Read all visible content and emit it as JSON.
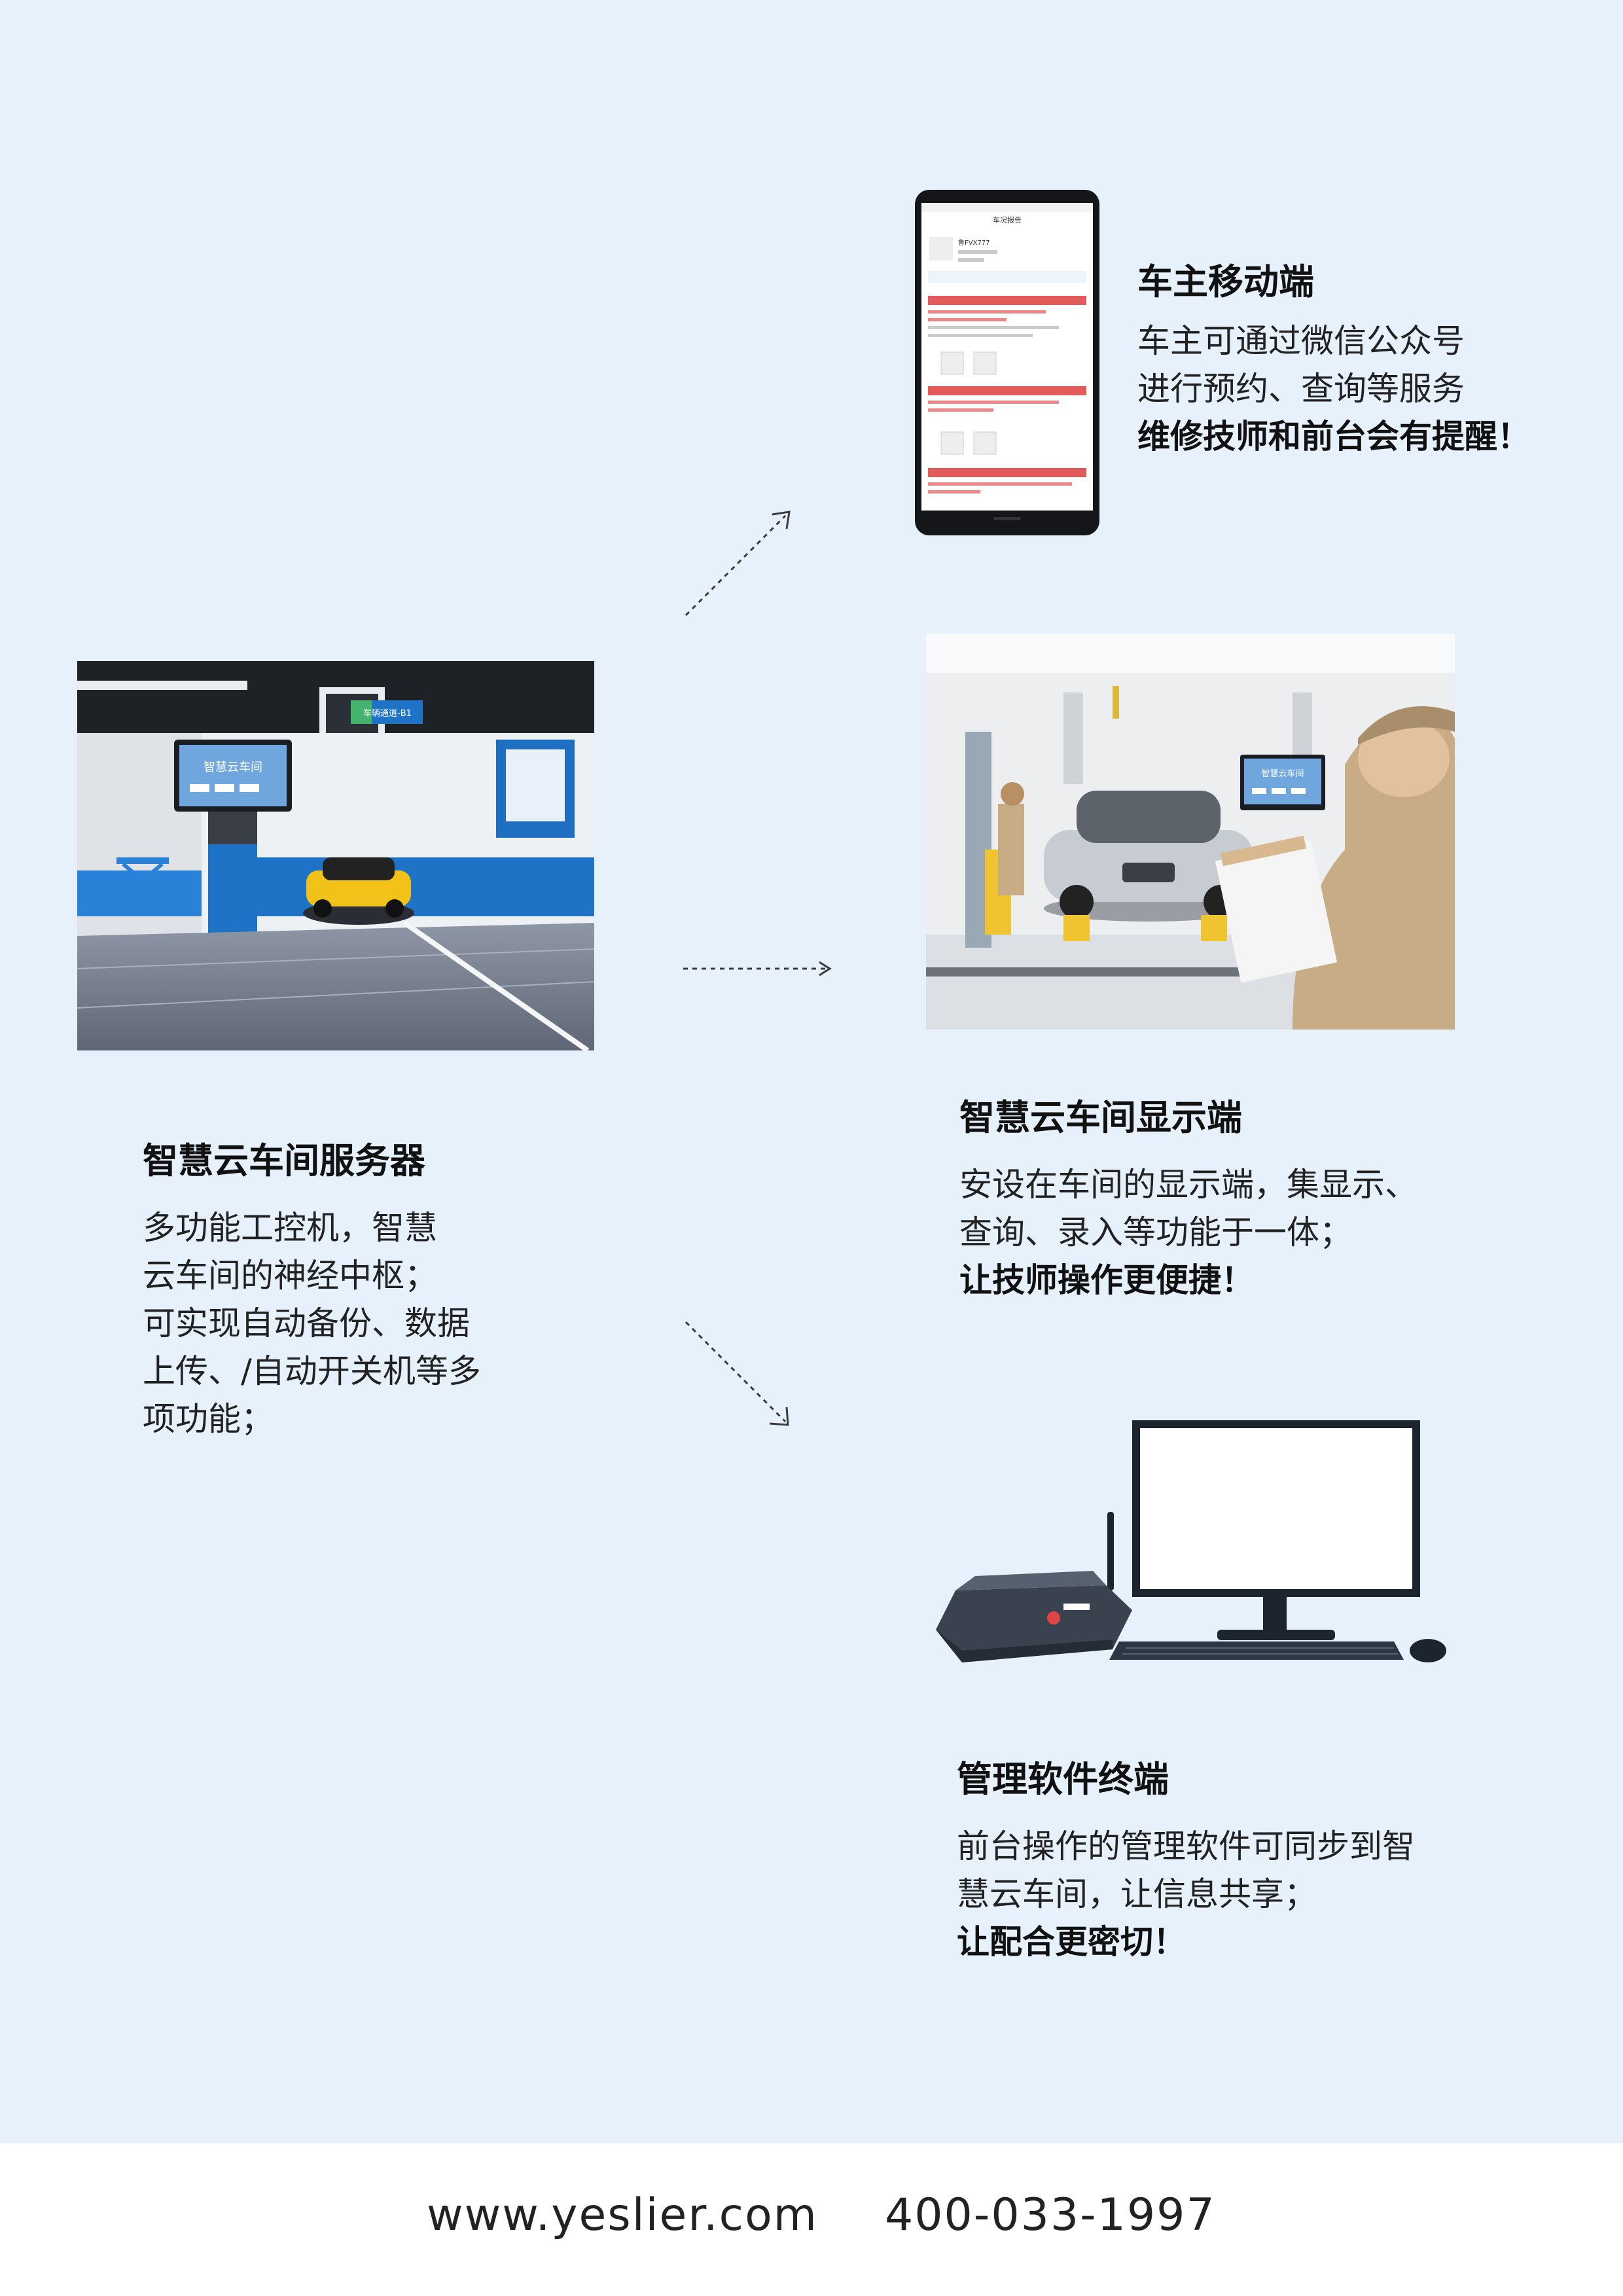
{
  "server": {
    "title": "智慧云车间服务器",
    "lines": [
      "多功能工控机，智慧",
      "云车间的神经中枢；",
      "可实现自动备份、数据",
      "上传、/自动开关机等多",
      "项功能；"
    ],
    "screen_text": "智慧云车间",
    "sign_text": "车辆通道-B1"
  },
  "mobile": {
    "title": "车主移动端",
    "lines": [
      "车主可通过微信公众号",
      "进行预约、查询等服务"
    ],
    "highlight": "维修技师和前台会有提醒！",
    "phone_header": "车况报告",
    "phone_plate": "鲁FVX777"
  },
  "display": {
    "title": "智慧云车间显示端",
    "lines": [
      "安设在车间的显示端，集显示、",
      "查询、录入等功能于一体；"
    ],
    "highlight": "让技师操作更便捷！",
    "screen_text": "智慧云车间"
  },
  "terminal": {
    "title": "管理软件终端",
    "lines": [
      "前台操作的管理软件可同步到智",
      "慧云车间，让信息共享；"
    ],
    "highlight": "让配合更密切！"
  },
  "footer": {
    "website": "www.yeslier.com",
    "phone": "400-033-1997"
  }
}
